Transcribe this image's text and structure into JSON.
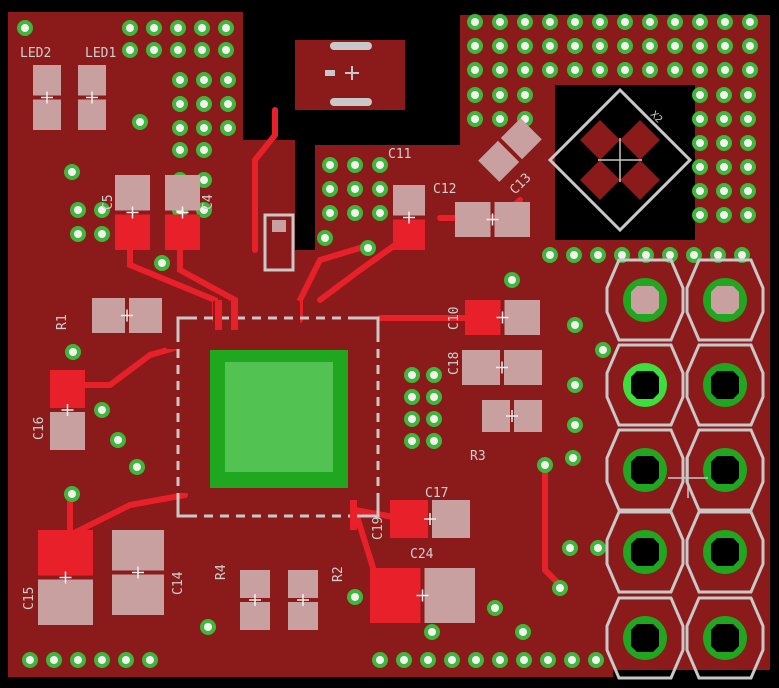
{
  "colors": {
    "background": "#000000",
    "copper": "#8b1a1a",
    "trace": "#e8202a",
    "pad": "#c8a0a0",
    "via_ring": "#3cb83c",
    "via_hole": "#f4f0f0",
    "silkscreen": "#c8c8c8",
    "thermal_pad": "#1fa81f"
  },
  "labels": {
    "led2": "LED2",
    "led1": "LED1",
    "c5": "C5",
    "c4": "C4",
    "c11": "C11",
    "c12": "C12",
    "c13": "C13",
    "r1": "R1",
    "c10": "C10",
    "c18": "C18",
    "c16": "C16",
    "r3": "R3",
    "c17": "C17",
    "c19": "C19",
    "c24": "C24",
    "c15": "C15",
    "c14": "C14",
    "r4": "R4",
    "r2": "R2",
    "x2": "X2"
  }
}
